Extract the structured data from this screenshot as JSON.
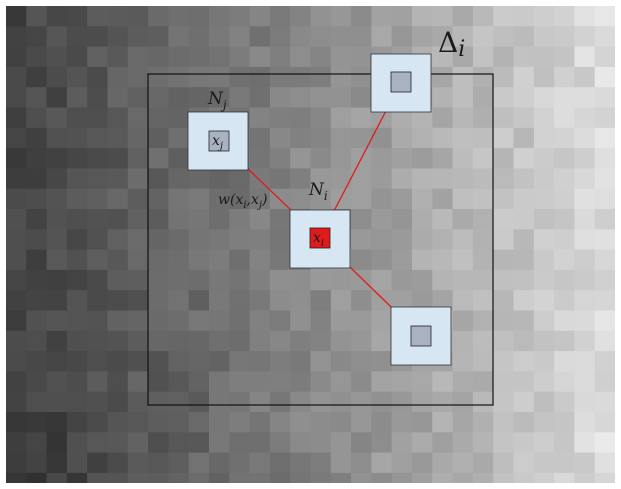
{
  "diagram": {
    "search_window_label": "Δ",
    "search_window_subscript": "i",
    "neighborhood_j_label": "N",
    "neighborhood_j_subscript": "j",
    "pixel_j_label": "x",
    "pixel_j_subscript": "j",
    "neighborhood_i_label": "N",
    "neighborhood_i_subscript": "i",
    "pixel_i_label": "x",
    "pixel_i_subscript": "i",
    "weight_label": "w(x",
    "weight_sub_i": "i",
    "weight_comma": ",x",
    "weight_sub_j": "j",
    "weight_close": ")"
  },
  "colors": {
    "neighborhood_fill": "#d6e6f2",
    "pixel_fill": "#a9b2c3",
    "center_pixel_fill": "#e01b1b",
    "connector": "#e01b1b",
    "window_border": "#111111"
  }
}
